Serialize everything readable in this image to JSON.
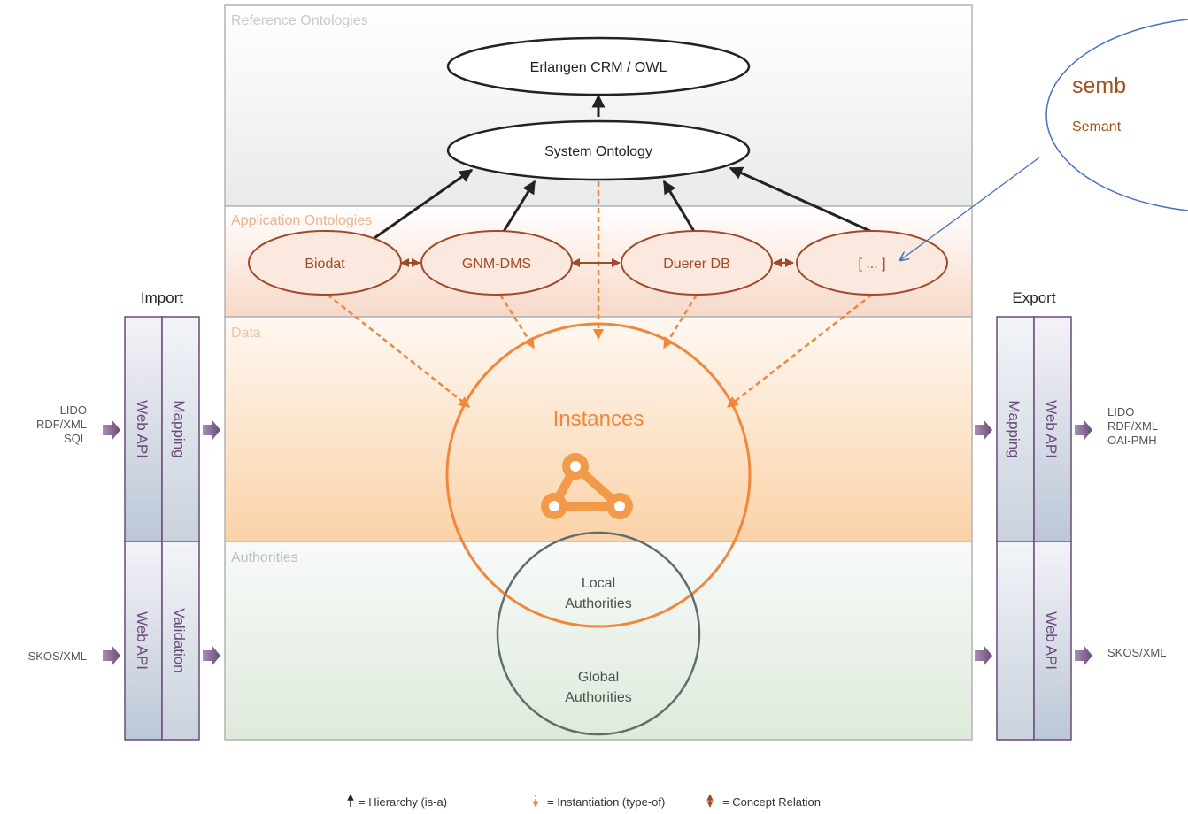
{
  "layers": {
    "reference": "Reference Ontologies",
    "application": "Application Ontologies",
    "data": "Data",
    "authorities": "Authorities"
  },
  "ontologies": {
    "crm": "Erlangen CRM / OWL",
    "system": "System Ontology"
  },
  "applications": [
    "Biodat",
    "GNM-DMS",
    "Duerer DB",
    "[ ... ]"
  ],
  "instances": {
    "title": "Instances",
    "local": [
      "Local",
      "Authorities"
    ],
    "global": [
      "Global",
      "Authorities"
    ]
  },
  "import": {
    "title": "Import",
    "upper": [
      "Web API",
      "Mapping"
    ],
    "lower": [
      "Web API",
      "Validation"
    ],
    "formats_upper": [
      "LIDO",
      "RDF/XML",
      "SQL"
    ],
    "formats_lower": [
      "SKOS/XML"
    ]
  },
  "export": {
    "title": "Export",
    "upper": [
      "Mapping",
      "Web API"
    ],
    "lower": [
      "",
      "Web API"
    ],
    "formats_upper": [
      "LIDO",
      "RDF/XML",
      "OAI-PMH"
    ],
    "formats_lower": [
      "SKOS/XML"
    ]
  },
  "legend": {
    "hierarchy": "= Hierarchy (is-a)",
    "instantiation": "= Instantiation (type-of)",
    "relation": "= Concept Relation"
  },
  "callout": {
    "title": "semb",
    "subtitle": "Semant"
  },
  "colors": {
    "hierarchy_arrow": "#222222",
    "instantiation_arrow": "#f0873a",
    "relation_arrow": "#a04a2a",
    "instances_circle": "#f0873a",
    "authority_circle": "#5d6f6a",
    "io_accent": "#6a4a78",
    "callout_border": "#4472c4",
    "callout_text": "#a0521d"
  }
}
